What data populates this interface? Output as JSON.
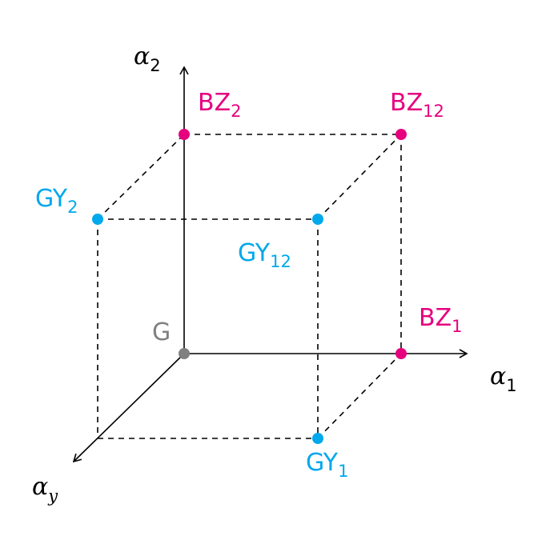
{
  "axes": {
    "x": {
      "name": "α",
      "sub": "1"
    },
    "y": {
      "name": "α",
      "sub": "2"
    },
    "depth": {
      "name": "α",
      "sub": "y"
    }
  },
  "points": {
    "G": {
      "text": "G",
      "sub": ""
    },
    "BZ1": {
      "text": "BZ",
      "sub": "1"
    },
    "BZ2": {
      "text": "BZ",
      "sub": "2"
    },
    "BZ12": {
      "text": "BZ",
      "sub": "12"
    },
    "GY1": {
      "text": "GY",
      "sub": "1"
    },
    "GY2": {
      "text": "GY",
      "sub": "2"
    },
    "GY12": {
      "text": "GY",
      "sub": "12"
    }
  },
  "colors": {
    "BZ": "#e6007e",
    "GY": "#00a8ec",
    "G": "#808080",
    "axis": "#000000",
    "dashed": "#000000"
  }
}
